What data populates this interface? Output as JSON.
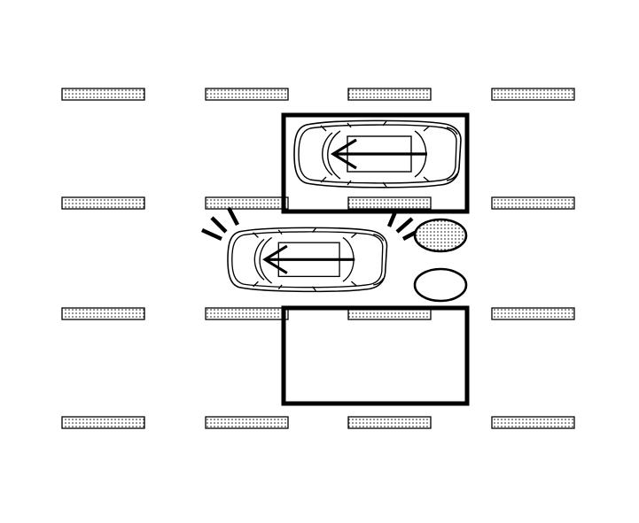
{
  "diagram": {
    "grid": {
      "rows": 4,
      "columns": 4
    },
    "parking_spaces": [
      {
        "id": "upper",
        "state": "occupied"
      },
      {
        "id": "lower",
        "state": "empty"
      }
    ],
    "cars": [
      {
        "id": "parked-car",
        "direction": "left",
        "signal_lines": false
      },
      {
        "id": "moving-car",
        "direction": "left",
        "signal_lines": true
      }
    ],
    "indicators": [
      {
        "id": "indicator-upper",
        "state": "lit",
        "fill": "dotted"
      },
      {
        "id": "indicator-lower",
        "state": "unlit",
        "fill": "none"
      }
    ],
    "colors": {
      "line": "#000000",
      "background": "#ffffff",
      "stipple": "#000000"
    }
  }
}
